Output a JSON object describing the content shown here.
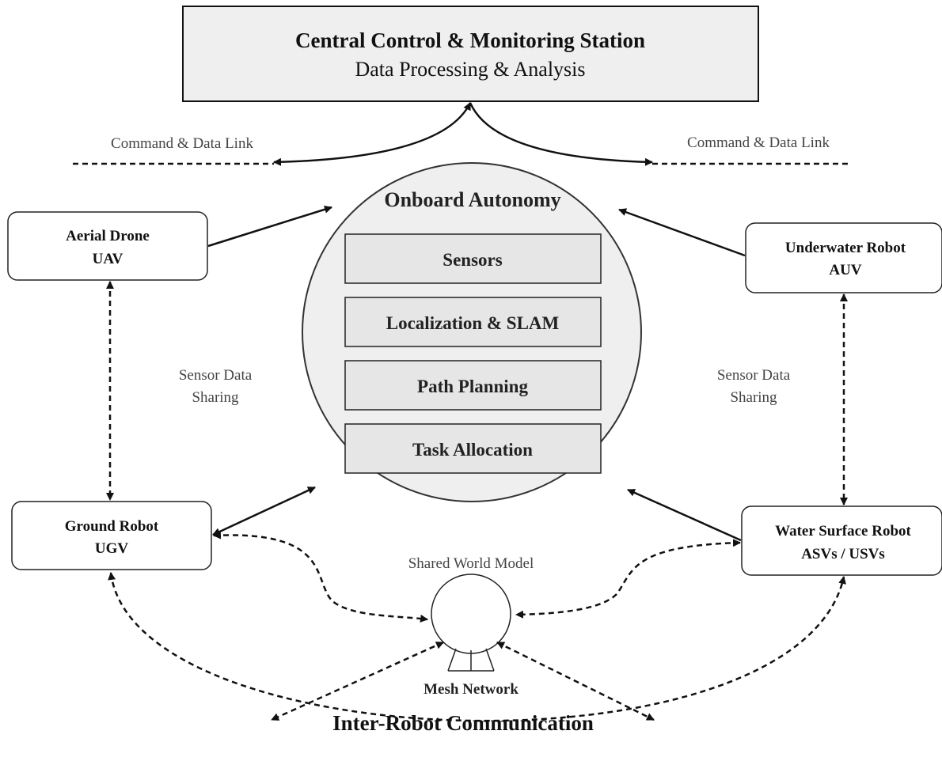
{
  "station": {
    "title": "Central Control & Monitoring Station",
    "subtitle": "Data Processing & Analysis"
  },
  "links": {
    "left": "Command & Data Link",
    "right": "Command & Data Link"
  },
  "autonomy": {
    "title": "Onboard Autonomy",
    "modules": [
      "Sensors",
      "Localization & SLAM",
      "Path Planning",
      "Task Allocation"
    ]
  },
  "robots": {
    "aerial": {
      "name": "Aerial Drone",
      "code": "UAV"
    },
    "underwater": {
      "name": "Underwater Robot",
      "code": "AUV"
    },
    "ground": {
      "name": "Ground Robot",
      "code": "UGV"
    },
    "surface": {
      "name": "Water Surface Robot",
      "code": "ASVs / USVs"
    }
  },
  "sharing": {
    "left": [
      "Sensor Data",
      "Sharing"
    ],
    "right": [
      "Sensor Data",
      "Sharing"
    ]
  },
  "world_model": "Shared World Model",
  "mesh": "Mesh Network",
  "inter_robot": "Inter-Robot Communication",
  "colors": {
    "box_fill": "#efefef",
    "module_fill": "#e6e6e6",
    "stroke": "#111111",
    "label_gray": "#444444"
  }
}
